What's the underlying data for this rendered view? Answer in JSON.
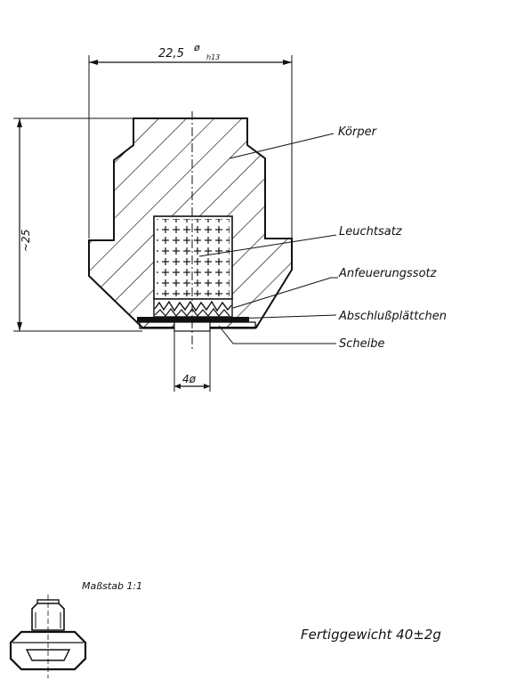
{
  "dimensions": {
    "width_label": "22,5",
    "width_diameter": "ø",
    "width_tolerance": "h13",
    "height_label": "~25",
    "bore_label": "4ø"
  },
  "parts": {
    "koerper": "Körper",
    "leuchtsatz": "Leuchtsatz",
    "anfeuerungssatz": "Anfeuerungssotz",
    "abschluss": "Abschlußplättchen",
    "scheibe": "Scheibe"
  },
  "scale_label": "Maßstab 1:1",
  "weight_label": "Fertiggewicht  40±2g"
}
